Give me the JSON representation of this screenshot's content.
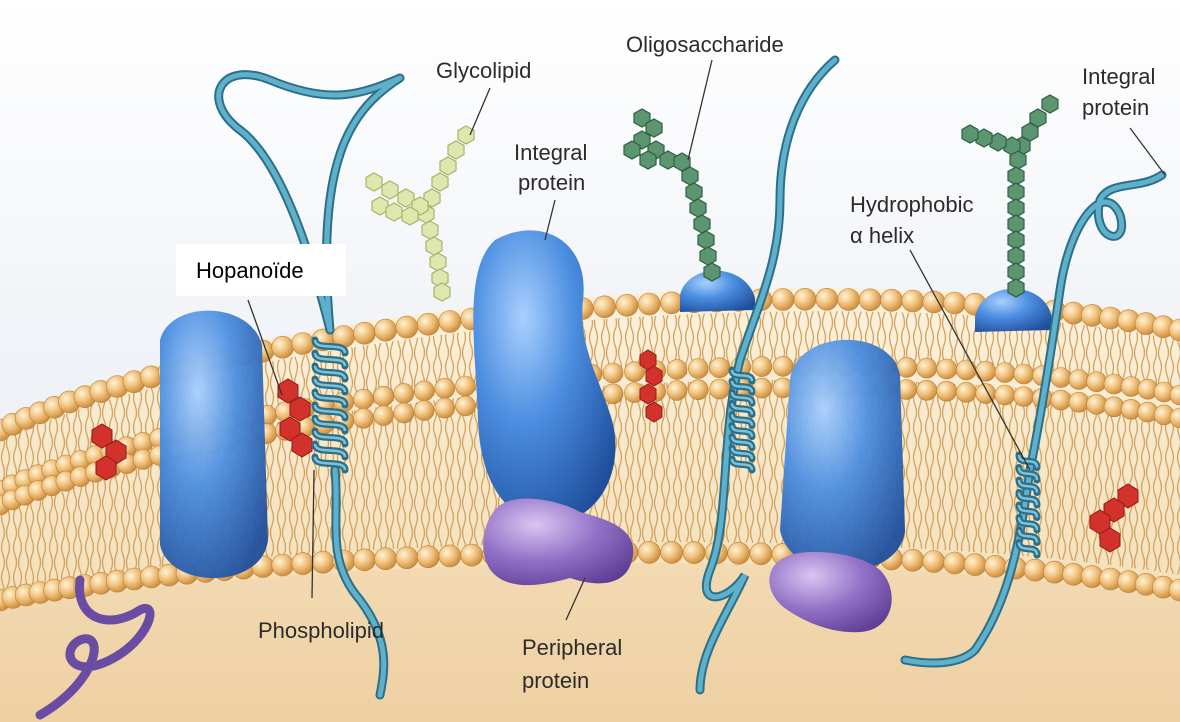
{
  "labels": {
    "glycolipid": "Glycolipid",
    "oligosaccharide": "Oligosaccharide",
    "integral_center_1": "Integral",
    "integral_center_2": "protein",
    "integral_right_1": "Integral",
    "integral_right_2": "protein",
    "hydrophobic_1": "Hydrophobic",
    "hydrophobic_2": "α helix",
    "hopanoide": "Hopanoïde",
    "phospholipid": "Phospholipid",
    "peripheral_1": "Peripheral",
    "peripheral_2": "protein"
  },
  "colors": {
    "protein_blue": "#3f7fd0",
    "peripheral_purple": "#8a68be",
    "strand": "#3e8aa6",
    "lipid_head": "#e7b468",
    "hopanoid_red": "#d2322b",
    "glyco_light": "#d9e2a3",
    "oligo_dark": "#4e8a64"
  }
}
